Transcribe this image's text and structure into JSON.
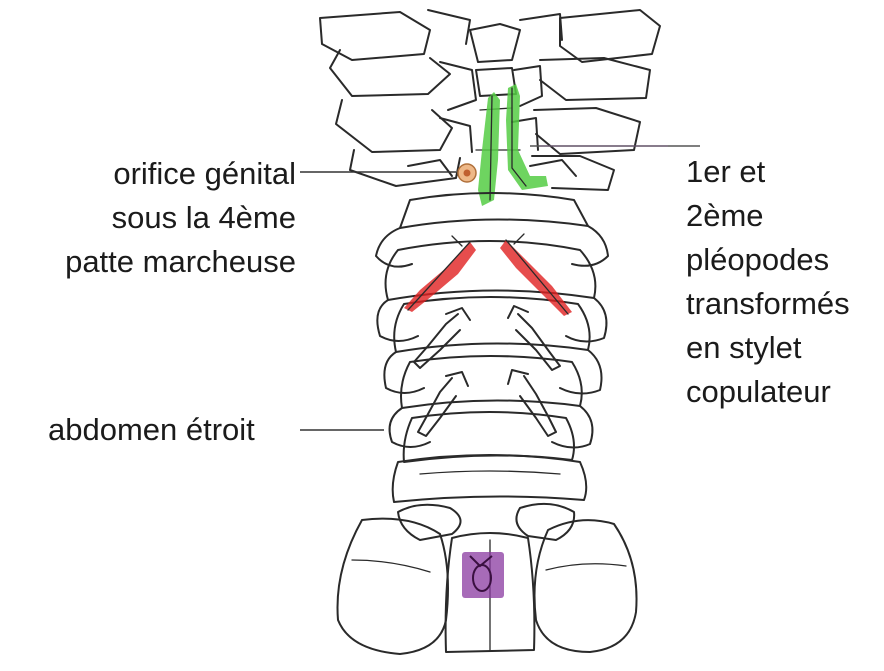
{
  "labels": {
    "orifice": "orifice génital\nsous la 4ème\npatte marcheuse",
    "abdomen": "abdomen étroit",
    "pleopods": "1er et\n2ème\npléopodes\ntransformés\nen stylet\ncopulateur"
  },
  "colors": {
    "line": "#2a2a2a",
    "genital_orifice": "#e8a060",
    "sperm_duct": "#55cc44",
    "stylet": "#e02020",
    "anus_mark": "#8a3aa0"
  }
}
